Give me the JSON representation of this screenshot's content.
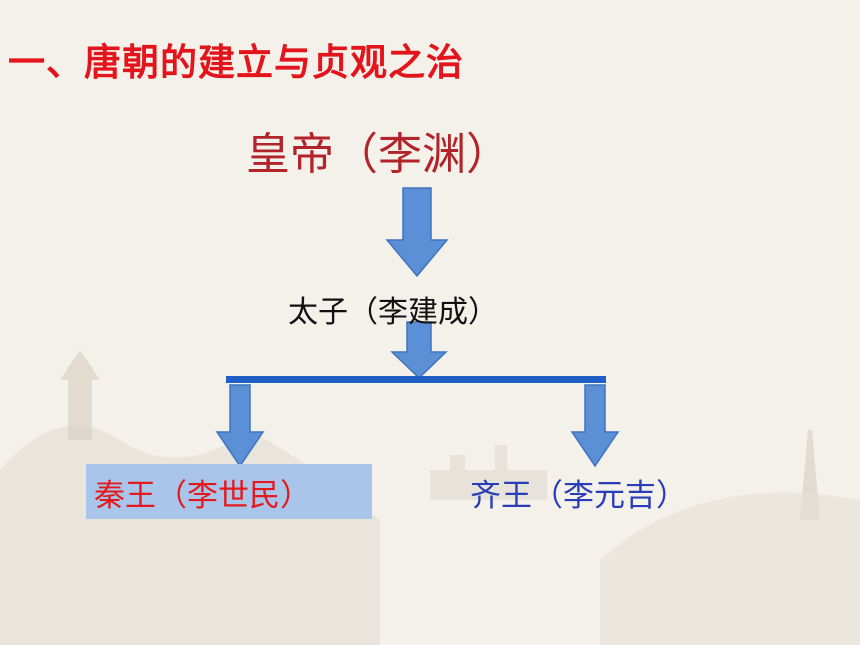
{
  "title": "一、唐朝的建立与贞观之治",
  "diagram": {
    "emperor": "皇帝（李渊）",
    "crown_prince": "太子（李建成）",
    "prince_qin": "秦王（李世民）",
    "prince_qi": "齐王（李元吉）"
  },
  "colors": {
    "title": "#e3141b",
    "emperor": "#b2242a",
    "arrow_fill": "#5b8fd6",
    "arrow_stroke": "#3f74bd",
    "bar": "#1f5ec5",
    "highlight": "#a9c6ea",
    "qin_text": "#e21a20",
    "qi_text": "#2a3db8"
  }
}
